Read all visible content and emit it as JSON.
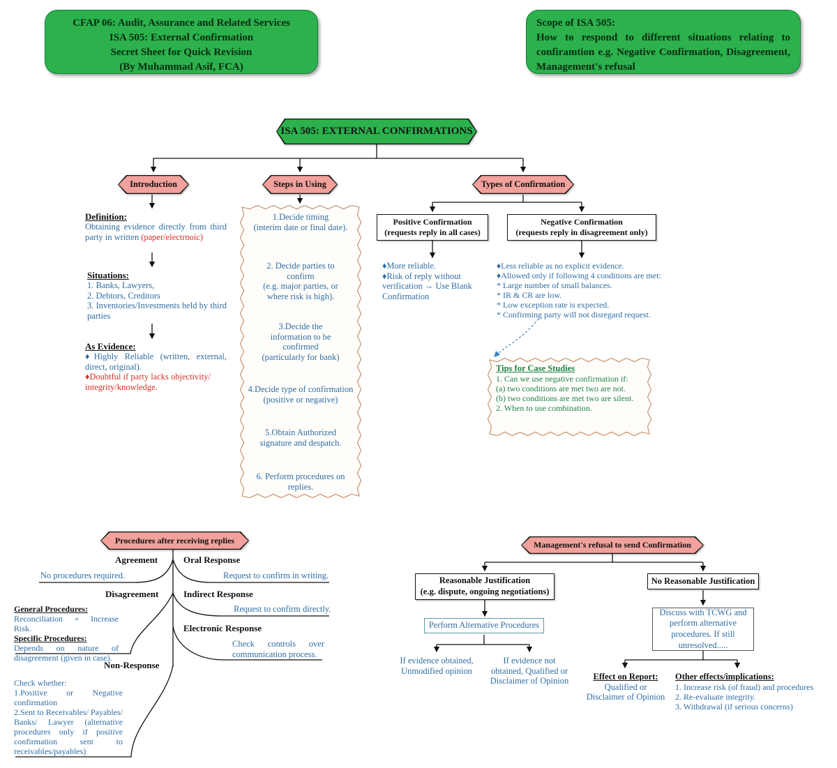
{
  "header": {
    "left": {
      "lines": [
        "CFAP 06: Audit, Assurance and Related Services",
        "ISA 505: External Confirmation",
        "Secret Sheet for Quick Revision",
        "(By Muhammad Asif, FCA)"
      ]
    },
    "right": {
      "title": "Scope of ISA 505:",
      "body": "How to respond to different situations relating to confiramtion e.g. Negative Confirmation, Disagreement, Management's refusal"
    }
  },
  "root": {
    "label": "ISA 505: EXTERNAL CONFIRMATIONS"
  },
  "intro": {
    "label": "Introduction",
    "definition_heading": "Definition:",
    "definition_blue": "Obtaining evidence directly from third party in written ",
    "definition_red": "(paper/electrnoic)",
    "situations_heading": "Situations:",
    "situations": "1. Banks, Lawyers,\n2. Debtors, Creditors\n3. Inventories/Investments held by third parties",
    "evidence_heading": "As Evidence:",
    "evidence_blue": "♦Highly Reliable (written, external, direct, original).",
    "evidence_red": "♦Doubtful if party lacks objectivity/\nintegrity/knowledge."
  },
  "steps": {
    "label": "Steps in Using",
    "items": [
      "1.Decide timing\n(interim date or final date).",
      "2. Decide parties to\nconfirm\n(e.g. major parties, or\nwhere risk is high).",
      "3.Decide the\ninformation to be\nconfirmed\n(particularly for bank)",
      "4.Decide type of confirmation\n(positive or negative)",
      "5.Obtain Authorized\nsignature and despatch.",
      "6. Perform procedures on\nreplies."
    ]
  },
  "types": {
    "label": "Types of Confirmation",
    "positive": {
      "title": "Positive Confirmation",
      "subtitle": "(requests reply in all cases)",
      "points": "♦More reliable.\n♦Risk of reply without verification → Use Blank Confirmation"
    },
    "negative": {
      "title": "Negative Confirmation",
      "subtitle": "(requests reply in disagreement only)",
      "points": "♦Less reliable as no explicit evidence.\n♦Allowed only if following 4 conditions are met:\n* Large number of small balances.\n* IR & CR are low.\n* Low exception rate is expected.\n* Confirming party will not disregard request."
    },
    "tips": {
      "heading": "Tips for Case Studies",
      "body": "1. Can we use negative confirmation if:\n(a) two conditions are met two are not.\n(b) two conditions are met two are silent.\n2. When to use combination."
    }
  },
  "replies": {
    "label": "Procedures after receiving replies",
    "agreement": {
      "label": "Agreement",
      "note": "No procedures required."
    },
    "oral": {
      "label": "Oral Response",
      "note": "Request to confirm in writing."
    },
    "disagreement": {
      "label": "Disagreement",
      "general_heading": "General Procedures:",
      "general_note": "Reconciliation + Increase Risk.",
      "specific_heading": "Specific Procedures:",
      "specific_note": "Depends on nature of disagreement (given in case)."
    },
    "indirect": {
      "label": "Indirect Response",
      "note": "Request to confirm directly."
    },
    "electronic": {
      "label": "Electronic Response",
      "note": "Check controls over communication process."
    },
    "non_response": {
      "label": "Non-Response",
      "note": "Check whether:\n1.Positive or Negative confirmation\n2.Sent to Receivables/ Payables/ Banks/ Lawyer (alternative procedures only if positive confirmation sent to receivables/payables)"
    }
  },
  "refusal": {
    "label": "Management's refusal to send Confirmation",
    "reasonable": {
      "title": "Reasonable Justification",
      "subtitle": "(e.g. dispute, ongoing negotiations)",
      "action": "Perform Alternative Procedures",
      "outcome_ok": "If evidence obtained, Unmodified opinion",
      "outcome_bad": "If evidence not obtained, Qualified or Disclaimer of Opinion"
    },
    "unreasonable": {
      "title": "No Reasonable Justification",
      "action": "Discuss with TCWG and perform alternative procedures. If still unresolved.....",
      "effect_heading": "Effect on Report:",
      "effect_note": "Qualified or Disclaimer of Opinion",
      "other_heading": "Other effects/implications:",
      "other_note": "1. Increase risk (of fraud) and procedures\n2. Re-evaluate integrity.\n3. Withdrawal (if serious concerns)"
    }
  },
  "colors": {
    "node_green": "#2cb14c",
    "node_pink": "#f2a19c",
    "text_blue": "#2e6da4",
    "text_red": "#d93025",
    "text_green": "#1e8449",
    "zigzag_border": "#c79b7d"
  }
}
